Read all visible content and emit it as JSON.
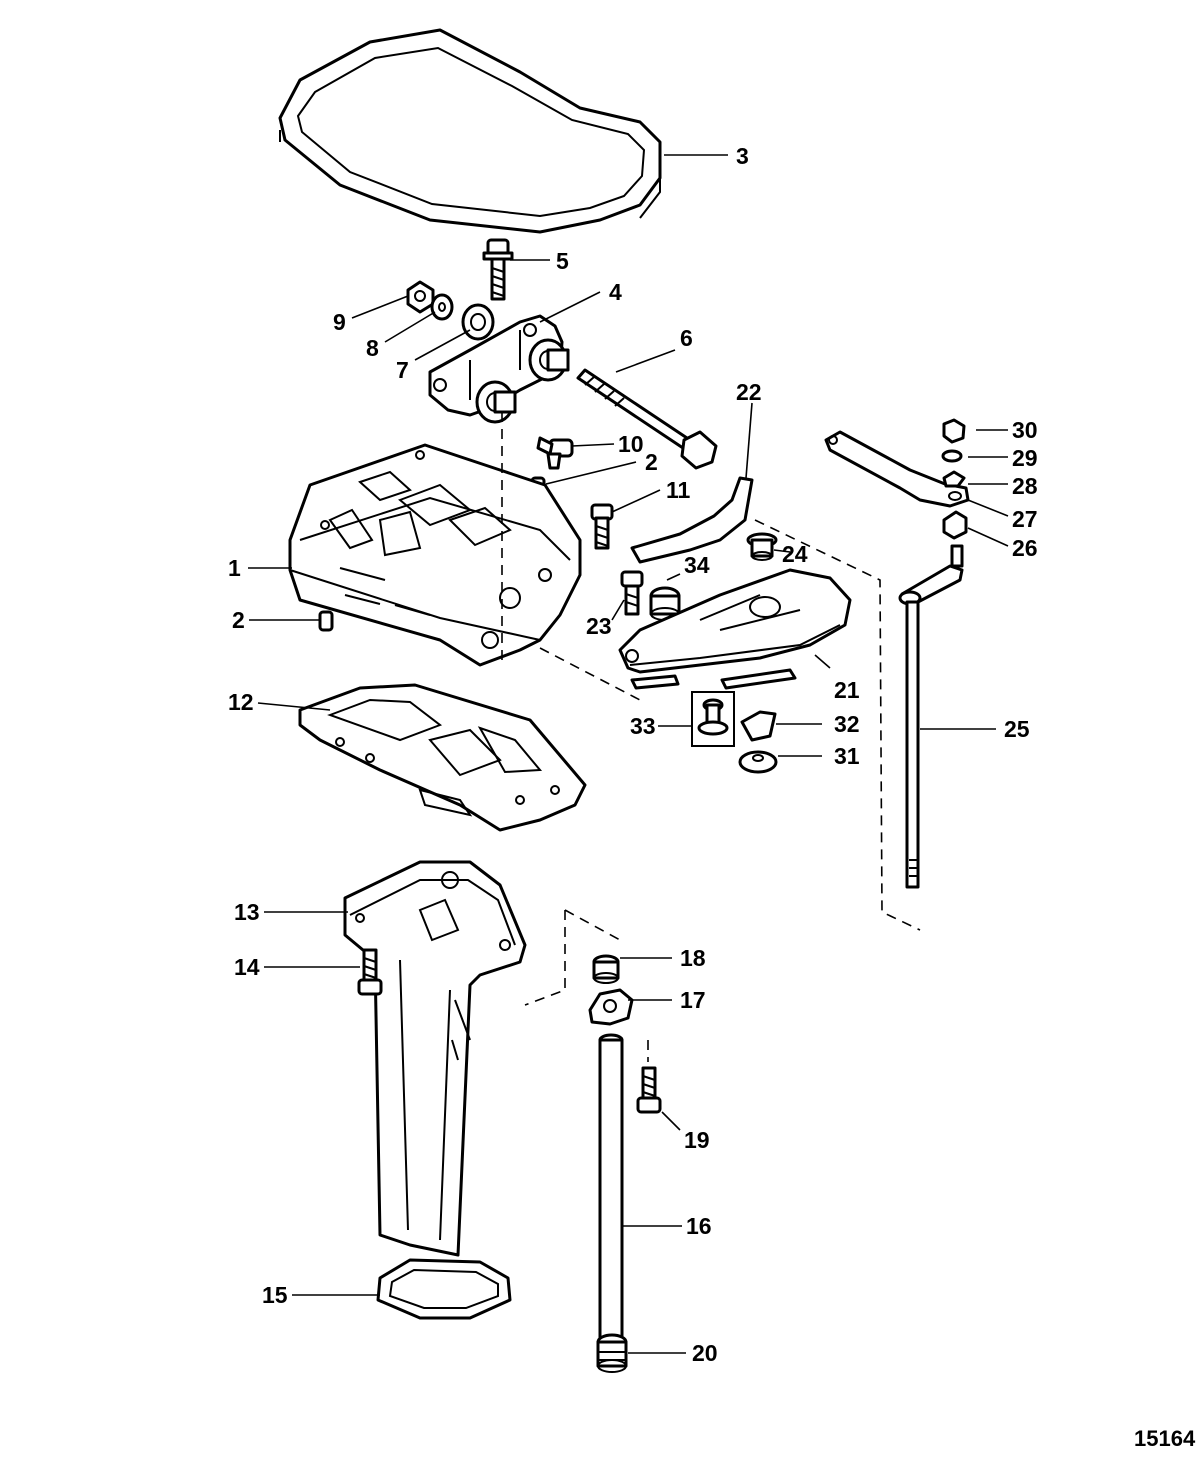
{
  "figure_number": "15164",
  "callouts": [
    {
      "id": "c1",
      "text": "1"
    },
    {
      "id": "c2a",
      "text": "2"
    },
    {
      "id": "c2b",
      "text": "2"
    },
    {
      "id": "c3",
      "text": "3"
    },
    {
      "id": "c4",
      "text": "4"
    },
    {
      "id": "c5",
      "text": "5"
    },
    {
      "id": "c6",
      "text": "6"
    },
    {
      "id": "c7",
      "text": "7"
    },
    {
      "id": "c8",
      "text": "8"
    },
    {
      "id": "c9",
      "text": "9"
    },
    {
      "id": "c10",
      "text": "10"
    },
    {
      "id": "c11",
      "text": "11"
    },
    {
      "id": "c12",
      "text": "12"
    },
    {
      "id": "c13",
      "text": "13"
    },
    {
      "id": "c14",
      "text": "14"
    },
    {
      "id": "c15",
      "text": "15"
    },
    {
      "id": "c16",
      "text": "16"
    },
    {
      "id": "c17",
      "text": "17"
    },
    {
      "id": "c18",
      "text": "18"
    },
    {
      "id": "c19",
      "text": "19"
    },
    {
      "id": "c20",
      "text": "20"
    },
    {
      "id": "c21",
      "text": "21"
    },
    {
      "id": "c22",
      "text": "22"
    },
    {
      "id": "c23",
      "text": "23"
    },
    {
      "id": "c24",
      "text": "24"
    },
    {
      "id": "c25",
      "text": "25"
    },
    {
      "id": "c26",
      "text": "26"
    },
    {
      "id": "c27",
      "text": "27"
    },
    {
      "id": "c28",
      "text": "28"
    },
    {
      "id": "c29",
      "text": "29"
    },
    {
      "id": "c30",
      "text": "30"
    },
    {
      "id": "c31",
      "text": "31"
    },
    {
      "id": "c32",
      "text": "32"
    },
    {
      "id": "c33",
      "text": "33"
    },
    {
      "id": "c34",
      "text": "34"
    }
  ]
}
